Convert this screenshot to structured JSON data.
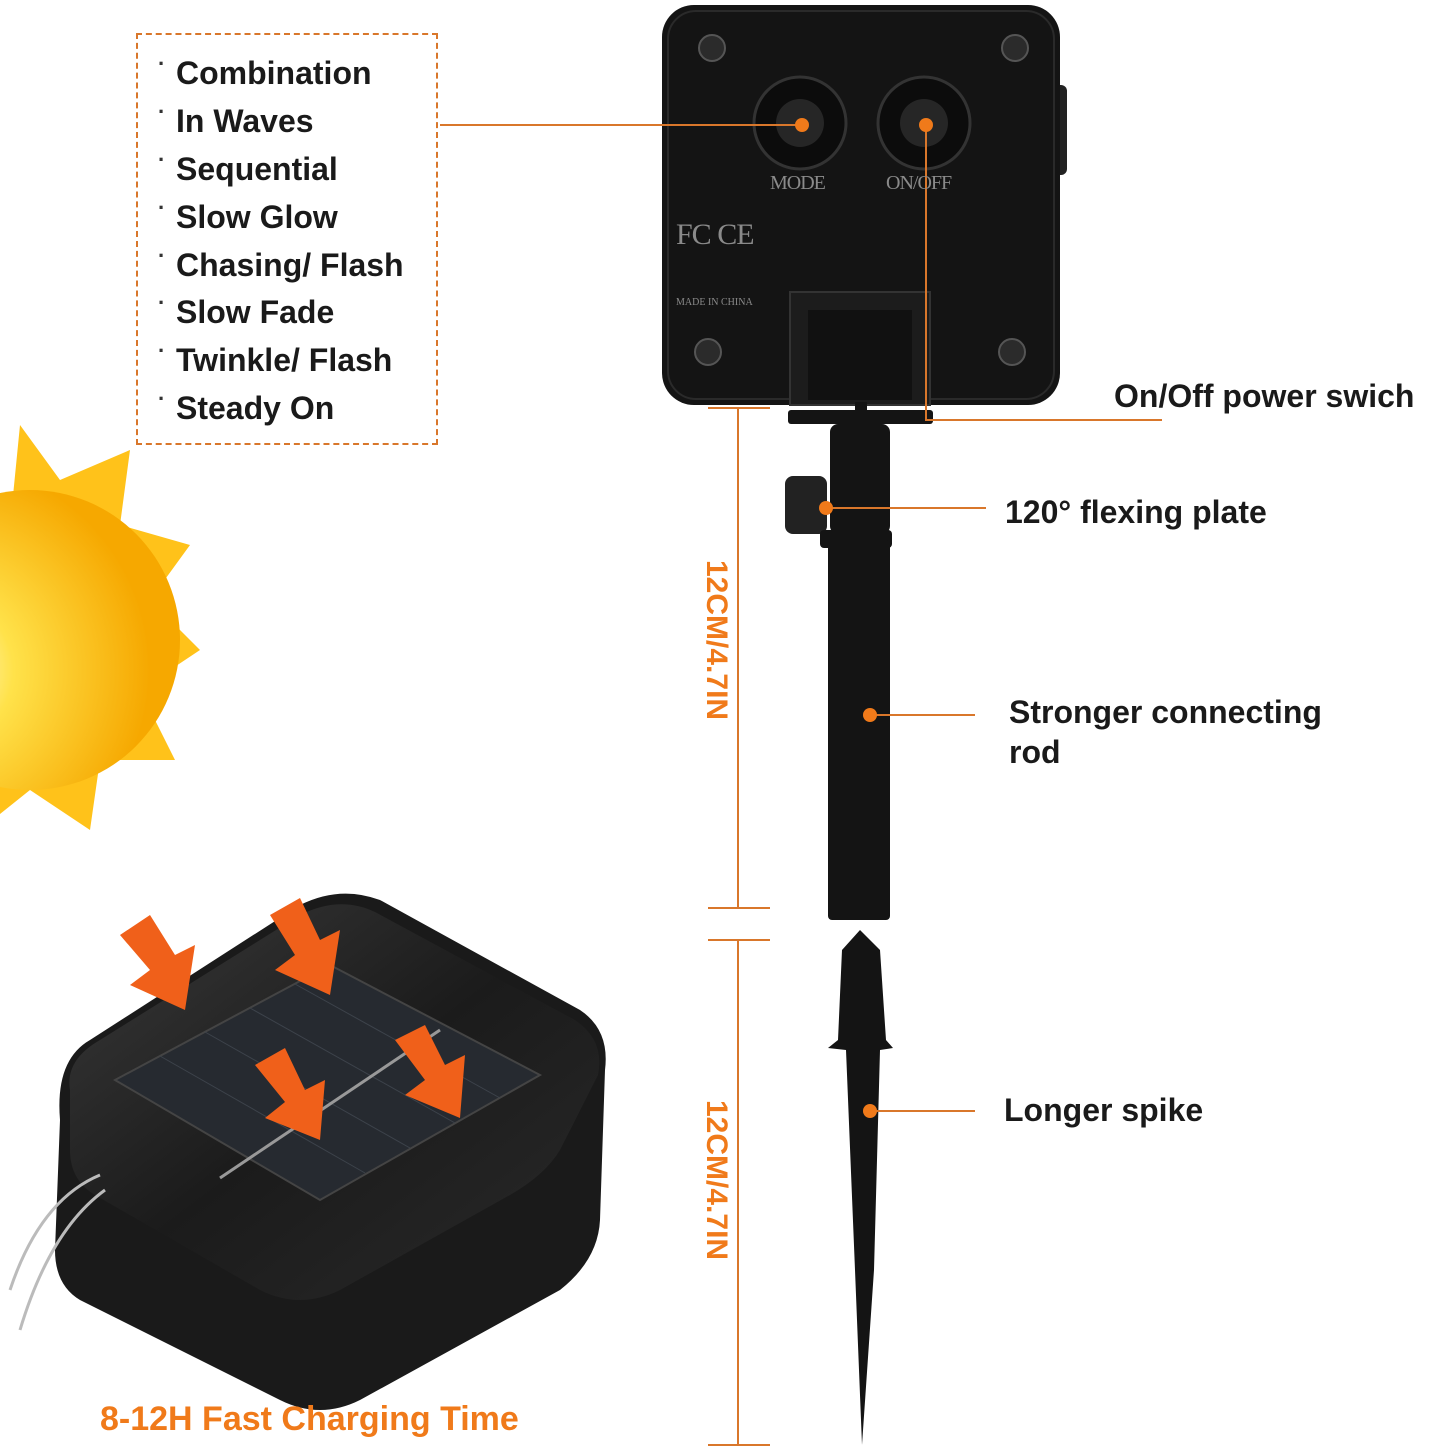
{
  "modes_list": {
    "items": [
      "Combination",
      "In Waves",
      "Sequential",
      "Slow Glow",
      "Chasing/ Flash",
      "Slow Fade",
      "Twinkle/ Flash",
      "Steady On"
    ]
  },
  "control_box": {
    "mode_label": "MODE",
    "onoff_label": "ON/OFF",
    "cert_marks": "FC CE",
    "made_in": "MADE IN CHINA"
  },
  "callouts": {
    "power_switch": "On/Off power swich",
    "flex_plate": "120° flexing plate",
    "rod_line1": "Stronger connecting",
    "rod_line2": "rod",
    "spike": "Longer spike"
  },
  "dimensions": {
    "upper": "12CM/4.7IN",
    "lower": "12CM/4.7IN"
  },
  "caption": "8-12H Fast Charging Time",
  "colors": {
    "accent": "#f07a1a",
    "dashed_border": "#d9772b",
    "product": "#151515",
    "sun": "#ffc21a"
  }
}
